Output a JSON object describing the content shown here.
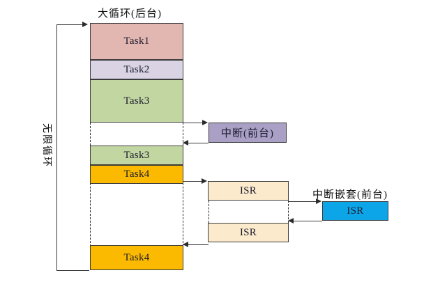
{
  "diagram": {
    "title_main_loop": "大循环(后台)",
    "title_interrupt": "中断(前台)",
    "title_nested_interrupt": "中断嵌套(前台)",
    "loop_label": "无限循环",
    "bottom_caption": "",
    "colors": {
      "task1": "#E3B7B1",
      "task2": "#D9D3E3",
      "task3": "#C2D6A1",
      "task4": "#FBBA00",
      "interrupt": "#AA9FC4",
      "isr": "#FBEACB",
      "nested_isr": "#0CA5E8",
      "stroke": "#3a3a3a"
    },
    "background_tasks": [
      {
        "name": "Task1",
        "color_key": "task1"
      },
      {
        "name": "Task2",
        "color_key": "task2"
      },
      {
        "name": "Task3",
        "color_key": "task3"
      },
      {
        "name": "Task3",
        "color_key": "task3"
      },
      {
        "name": "Task4",
        "color_key": "task4"
      },
      {
        "name": "Task4",
        "color_key": "task4"
      }
    ],
    "foreground_blocks": [
      {
        "name": "中断(前台)",
        "color_key": "interrupt"
      },
      {
        "name": "ISR",
        "color_key": "isr"
      },
      {
        "name": "ISR",
        "color_key": "isr"
      },
      {
        "name": "ISR",
        "color_key": "nested_isr"
      }
    ]
  }
}
